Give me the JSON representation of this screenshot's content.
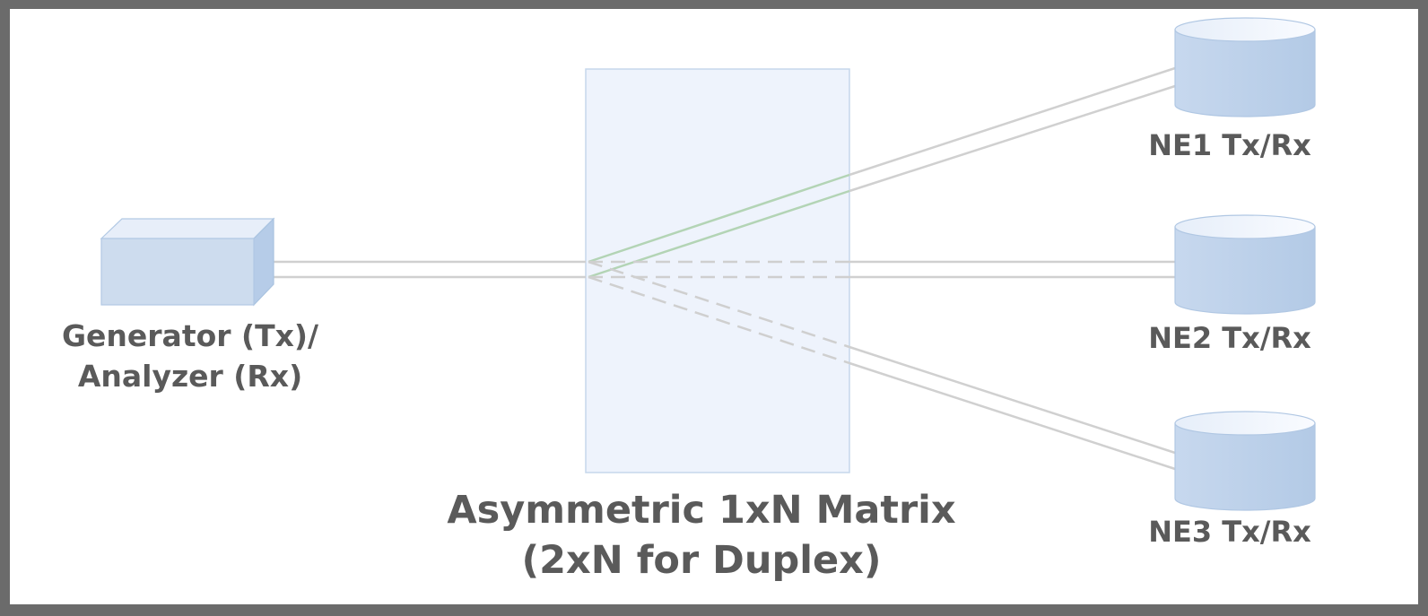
{
  "generator": {
    "label_line1": "Generator (Tx)/",
    "label_line2": "Analyzer (Rx)"
  },
  "matrix": {
    "label_line1": "Asymmetric 1xN Matrix",
    "label_line2": "(2xN for Duplex)"
  },
  "network_elements": [
    {
      "label": "NE1 Tx/Rx"
    },
    {
      "label": "NE2 Tx/Rx"
    },
    {
      "label": "NE3 Tx/Rx"
    }
  ],
  "colors": {
    "frame": "#6b6b6b",
    "background": "#ffffff",
    "shape_fill": "#c9d8eb",
    "shape_stroke": "#a9c3e0",
    "matrix_fill": "#eef3fc",
    "line": "#d0d0d0",
    "active_path": "#b3d4b5",
    "text": "#5a5a5a"
  },
  "connections": [
    {
      "from": "generator",
      "to": "NE1",
      "state": "active"
    },
    {
      "from": "generator",
      "to": "NE2",
      "state": "inactive"
    },
    {
      "from": "generator",
      "to": "NE3",
      "state": "inactive"
    }
  ]
}
